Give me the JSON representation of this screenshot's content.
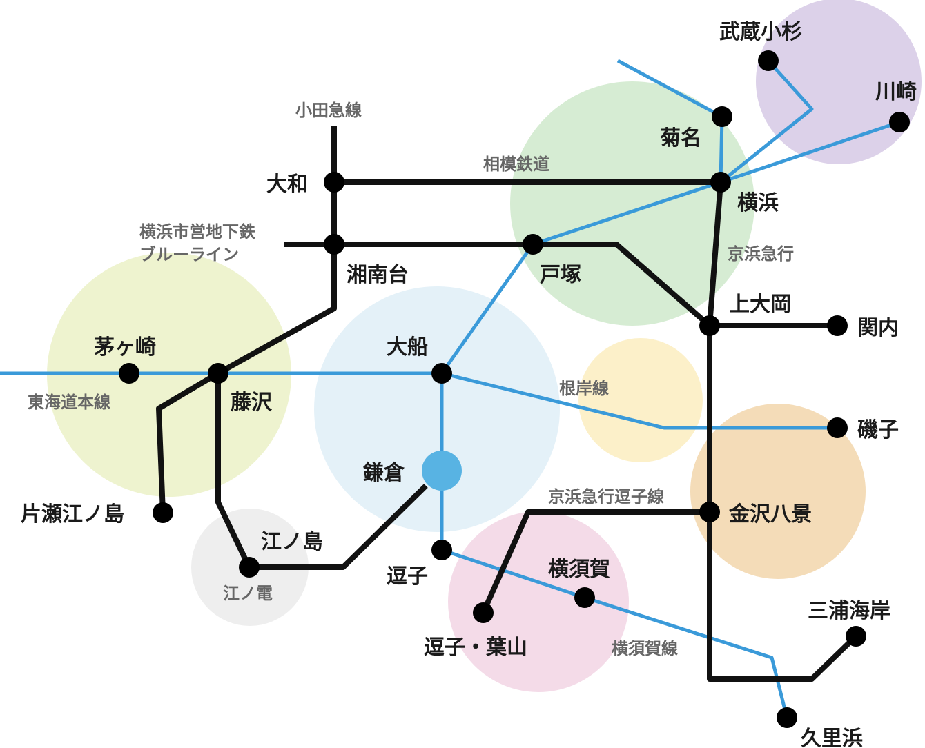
{
  "colors": {
    "rail_black": "#111111",
    "rail_blue": "#3a9ad9",
    "kamakura_marker": "#58b3e3",
    "area_purple": "#dcd1e9",
    "area_green": "#d6ecd3",
    "area_lime": "#eef3cf",
    "area_lightblue": "#e4f1f8",
    "area_yellow": "#fcf0c9",
    "area_orange": "#f4dcb8",
    "area_pink": "#f4dbe8",
    "area_gray": "#eeeeee"
  },
  "stations": {
    "musashikosugi": "武蔵小杉",
    "kawasaki": "川崎",
    "kikuna": "菊名",
    "yokohama": "横浜",
    "yamato": "大和",
    "shonandai": "湘南台",
    "totsuka": "戸塚",
    "kamiooka": "上大岡",
    "kannai": "関内",
    "chigasaki": "茅ヶ崎",
    "fujisawa": "藤沢",
    "ofuna": "大船",
    "isogo": "磯子",
    "kamakura": "鎌倉",
    "kanazawa_hakkei": "金沢八景",
    "katase_enoshima": "片瀬江ノ島",
    "enoshima": "江ノ島",
    "zushi": "逗子",
    "yokosuka": "横須賀",
    "zushi_hayama": "逗子・葉山",
    "miura_kaigan": "三浦海岸",
    "kurihama": "久里浜"
  },
  "lines": {
    "odakyu": "小田急線",
    "sotetsu": "相模鉄道",
    "blueline_1": "横浜市営地下鉄",
    "blueline_2": "ブルーライン",
    "keikyu": "京浜急行",
    "tokaido": "東海道本線",
    "negishi": "根岸線",
    "keikyu_zushi": "京浜急行逗子線",
    "enoden": "江ノ電",
    "yokosuka_line": "横須賀線"
  }
}
